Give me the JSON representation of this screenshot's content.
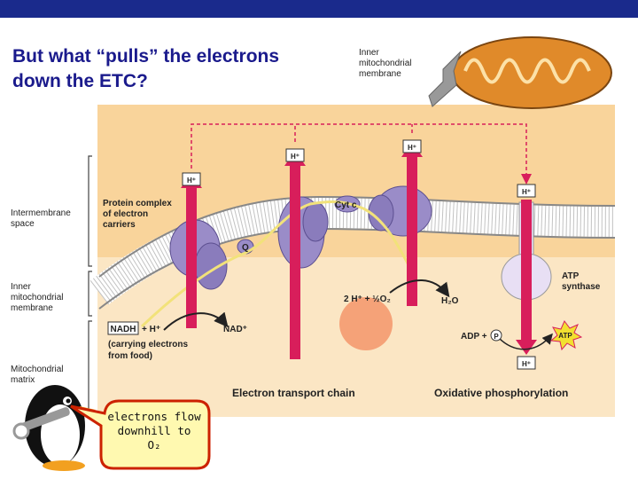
{
  "title": "But what “pulls” the electrons down the ETC?",
  "labels": {
    "inner_membrane_top": [
      "Inner",
      "mitochondrial",
      "membrane"
    ],
    "intermembrane_space": [
      "Intermembrane",
      "space"
    ],
    "inner_membrane_side": [
      "Inner",
      "mitochondrial",
      "membrane"
    ],
    "matrix": [
      "Mitochondrial",
      "matrix"
    ],
    "protein_complex": [
      "Protein complex",
      "of electron",
      "carriers"
    ],
    "cyt_c": "Cyt c",
    "q": "Q",
    "h_plus": "H⁺",
    "nadh": "NADH",
    "plus_h": "+ H⁺",
    "nad_plus": "NAD⁺",
    "carrying": [
      "(carrying electrons",
      "from food)"
    ],
    "oxygen_eq": "2 H⁺ + ½O₂",
    "water": "H₂O",
    "atp_synthase": [
      "ATP",
      "synthase"
    ],
    "adp": "ADP + ",
    "pi": "P",
    "atp": "ATP",
    "etc_label": "Electron transport chain",
    "oxphos_label": "Oxidative phosphorylation"
  },
  "bubble": [
    "electrons flow",
    "downhill to",
    "O₂"
  ],
  "colors": {
    "header_bar": "#1a2a8c",
    "title": "#1a1a8c",
    "intermembrane_bg": "#f9d49b",
    "matrix_bg": "#fbe6c4",
    "protein": "#9a8cc8",
    "proton_arrow": "#d81e5b",
    "oxygen_circle": "#f5a278",
    "bubble_fill": "#fff9b0",
    "bubble_border": "#cc2200"
  }
}
